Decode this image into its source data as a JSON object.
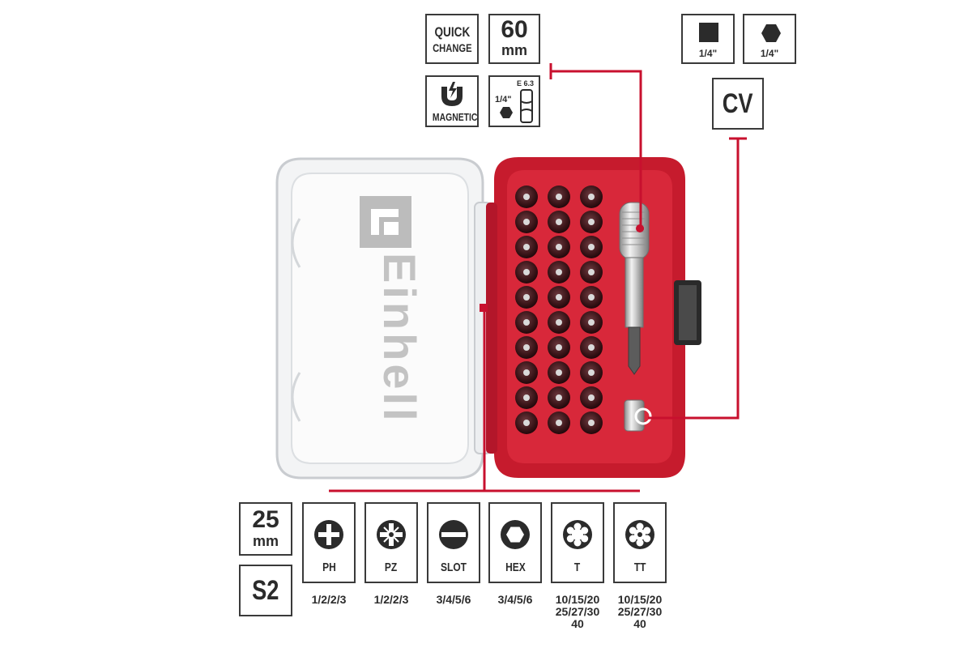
{
  "badges": {
    "quick_change_line1": "QUICK",
    "quick_change_line2": "CHANGE",
    "length_top_value": "60",
    "length_top_unit": "mm",
    "magnetic": "MAGNETIC",
    "shank_label": "E 6.3",
    "shank_size": "1/4\"",
    "square_size": "1/4\"",
    "hex_size": "1/4\"",
    "material_top": "CV",
    "length_bottom_value": "25",
    "length_bottom_unit": "mm",
    "material_bottom": "S2"
  },
  "logo_text": "Einhell",
  "bit_types": [
    {
      "name": "PH",
      "icon": "phillips-icon",
      "sizes": [
        "1/2/2/3"
      ]
    },
    {
      "name": "PZ",
      "icon": "pozidriv-icon",
      "sizes": [
        "1/2/2/3"
      ]
    },
    {
      "name": "SLOT",
      "icon": "slot-icon",
      "sizes": [
        "3/4/5/6"
      ]
    },
    {
      "name": "HEX",
      "icon": "hex-icon",
      "sizes": [
        "3/4/5/6"
      ]
    },
    {
      "name": "T",
      "icon": "torx-icon",
      "sizes": [
        "10/15/20",
        "25/27/30",
        "40"
      ]
    },
    {
      "name": "TT",
      "icon": "torx-tamper-icon",
      "sizes": [
        "10/15/20",
        "25/27/30",
        "40"
      ]
    }
  ],
  "colors": {
    "accent": "#c8102e",
    "case_red": "#c41a2c",
    "border": "#3a3a3a"
  }
}
